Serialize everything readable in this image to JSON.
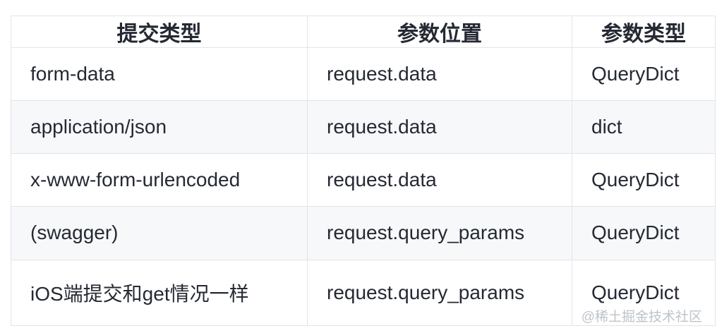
{
  "table": {
    "columns": [
      {
        "label": "提交类型"
      },
      {
        "label": "参数位置"
      },
      {
        "label": "参数类型"
      }
    ],
    "rows": [
      [
        "form-data",
        "request.data",
        "QueryDict"
      ],
      [
        "application/json",
        "request.data",
        "dict"
      ],
      [
        "x-www-form-urlencoded",
        "request.data",
        "QueryDict"
      ],
      [
        "(swagger)",
        "request.query_params",
        "QueryDict"
      ],
      [
        "iOS端提交和get情况一样",
        "request.query_params",
        "QueryDict"
      ]
    ]
  },
  "watermark": {
    "text": "@稀土掘金技术社区"
  },
  "colors": {
    "background": "#ffffff",
    "text": "#252933",
    "border": "#e1e4e8",
    "stripe_bg": "#f6f8fa",
    "watermark": "#b2b8bf"
  }
}
